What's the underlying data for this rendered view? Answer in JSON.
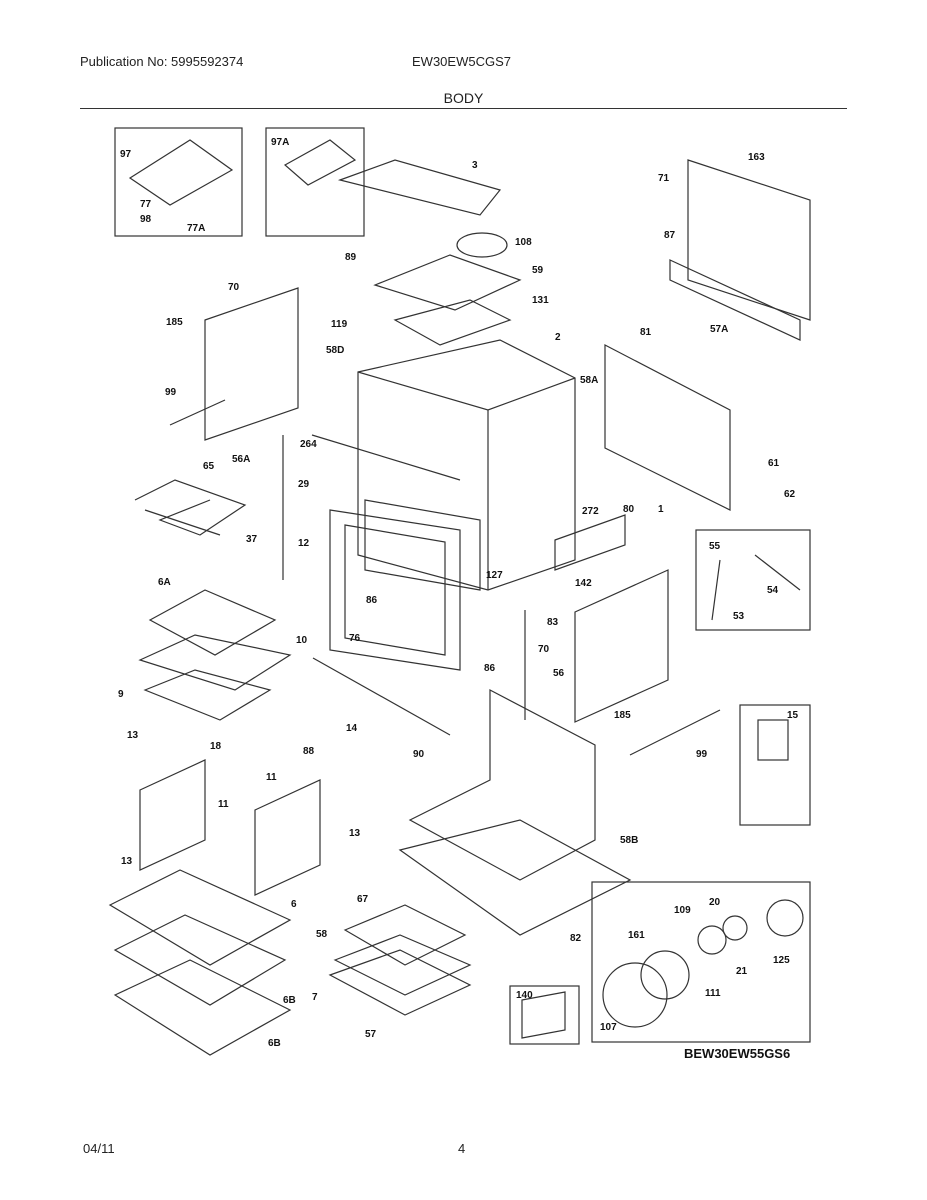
{
  "header": {
    "publication": "Publication No: 5995592374",
    "model": "EW30EW5CGS7",
    "section": "BODY"
  },
  "diagram": {
    "variant_model": "BEW30EW55GS6",
    "callouts": [
      "97",
      "77",
      "98",
      "77A",
      "97A",
      "3",
      "163",
      "71",
      "87",
      "108",
      "89",
      "59",
      "131",
      "70",
      "185",
      "119",
      "2",
      "58D",
      "81",
      "57A",
      "58A",
      "99",
      "264",
      "56A",
      "65",
      "29",
      "272",
      "80",
      "1",
      "61",
      "62",
      "12",
      "37",
      "127",
      "55",
      "54",
      "53",
      "6A",
      "86",
      "142",
      "83",
      "10",
      "70",
      "56",
      "9",
      "76",
      "86",
      "185",
      "15",
      "14",
      "18",
      "88",
      "90",
      "99",
      "13",
      "11",
      "11",
      "13",
      "13",
      "58B",
      "6",
      "67",
      "58",
      "82",
      "109",
      "20",
      "161",
      "21",
      "125",
      "7",
      "140",
      "107",
      "111",
      "57",
      "6B",
      "6B"
    ]
  },
  "footer": {
    "date": "04/11",
    "page": "4"
  }
}
